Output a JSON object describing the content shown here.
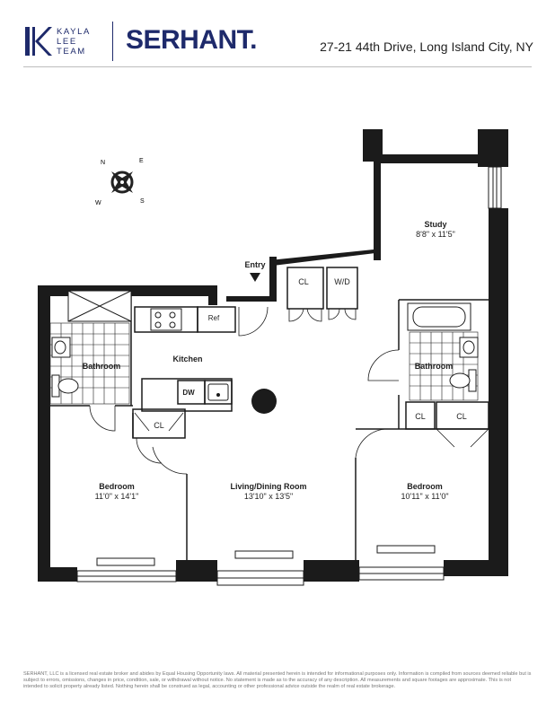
{
  "header": {
    "team_lines": [
      "KAYLA",
      "LEE",
      "TEAM"
    ],
    "brand": "SERHANT.",
    "address": "27-21 44th Drive, Long Island City, NY",
    "brand_color": "#1e2a6b"
  },
  "compass": {
    "n": "N",
    "e": "E",
    "s": "S",
    "w": "W"
  },
  "rooms": {
    "study_name": "Study",
    "study_dims": "8'8\" x 11'5\"",
    "entry": "Entry",
    "closet_entry_1": "CL",
    "washer_dryer": "W/D",
    "fridge": "Ref",
    "bathroom_left": "Bathroom",
    "kitchen": "Kitchen",
    "dishwasher": "DW",
    "closet_left": "CL",
    "bathroom_right": "Bathroom",
    "closet_right_1": "CL",
    "closet_right_2": "CL",
    "bedroom_left_name": "Bedroom",
    "bedroom_left_dims": "11'0\" x 14'1\"",
    "living_name": "Living/Dining Room",
    "living_dims": "13'10\" x 13'5\"",
    "bedroom_right_name": "Bedroom",
    "bedroom_right_dims": "10'11\" x 11'0\""
  },
  "footer": {
    "disclaimer": "SERHANT, LLC is a licensed real estate broker and abides by Equal Housing Opportunity laws. All material presented herein is intended for informational purposes only. Information is compiled from sources deemed reliable but is subject to errors, omissions, changes in price, condition, sale, or withdrawal without notice. No statement is made as to the accuracy of any description. All measurements and square footages are approximate. This is not intended to solicit property already listed. Nothing herein shall be construed as legal, accounting or other professional advice outside the realm of real estate brokerage."
  }
}
